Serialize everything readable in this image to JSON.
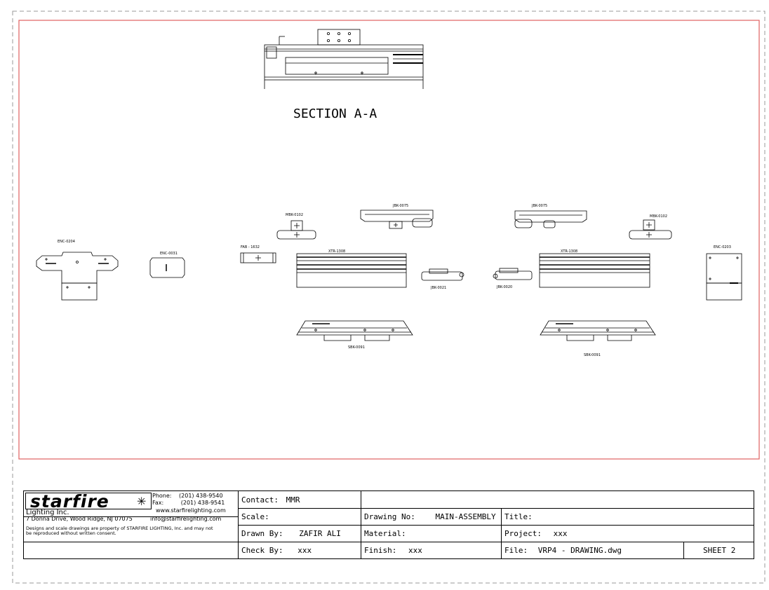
{
  "section_label": "SECTION A-A",
  "parts": {
    "enc_0204": "ENC-0204",
    "enc_0031": "ENC-0031",
    "fab_1632": "FAB - 1632",
    "mbk_0102_left": "MBK-0102",
    "mbk_0102_right": "MBK-0102",
    "jbk_0075_left": "JBK-0075",
    "jbk_0075_right": "JBK-0075",
    "xtr_1308_left": "XTR-1308",
    "xtr_1308_right": "XTR-1308",
    "jbk_0021": "JBK-0021",
    "jbk_0020": "JBK-0020",
    "sbk_0091_left": "SBK-0091",
    "sbk_0091_right": "SBK-0091",
    "enc_0203": "ENC-0203"
  },
  "title_block": {
    "company": {
      "logo_text": "starfire",
      "name": "Lighting Inc.",
      "address": "7 Donna Drive, Wood Ridge, NJ 07075",
      "phone_label": "Phone:",
      "phone": "(201) 438-9540",
      "fax_label": "Fax:",
      "fax": "(201) 438-9541",
      "website": "www.starfirelighting.com",
      "email": "info@starfirelighting.com",
      "disclaimer_line1": "Designs and scale drawings are property of STARFIRE LIGHTING, Inc. and may not",
      "disclaimer_line2": "be reproduced without written consent."
    },
    "contact_label": "Contact:",
    "contact": "MMR",
    "scale_label": "Scale:",
    "drawn_by_label": "Drawn By:",
    "drawn_by": "ZAFIR ALI",
    "check_by_label": "Check By:",
    "check_by": "xxx",
    "drawing_no_label": "Drawing No:",
    "drawing_no": "MAIN-ASSEMBLY",
    "material_label": "Material:",
    "finish_label": "Finish:",
    "finish": "xxx",
    "title_label": "Title:",
    "project_label": "Project:",
    "project": "xxx",
    "file_label": "File:",
    "file": "VRP4 - DRAWING.dwg",
    "sheet": "SHEET 2"
  },
  "colors": {
    "frame": "#e06060",
    "line": "#000000",
    "border_dash": "#999999"
  }
}
